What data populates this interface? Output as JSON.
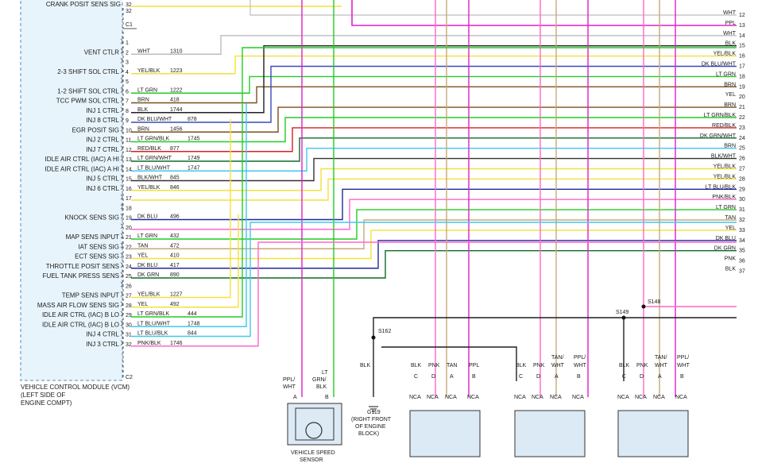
{
  "module": {
    "caption": [
      "VEHICLE CONTROL MODULE (VCM)",
      "(LEFT SIDE OF",
      "ENGINE COMPT)"
    ],
    "connector_top_top": "C1",
    "connector_bottom": "C2",
    "top_partial_pin": "32",
    "top_partial_label": "CRANK POSIT SENS SIG",
    "pins": [
      {
        "n": "1",
        "name": "",
        "wire": "",
        "ckt": ""
      },
      {
        "n": "2",
        "name": "VENT CTLR",
        "wire": "WHT",
        "ckt": "1310"
      },
      {
        "n": "3",
        "name": "",
        "wire": "",
        "ckt": ""
      },
      {
        "n": "4",
        "name": "2-3 SHIFT SOL CTRL",
        "wire": "YEL/BLK",
        "ckt": "1223"
      },
      {
        "n": "5",
        "name": "",
        "wire": "",
        "ckt": ""
      },
      {
        "n": "6",
        "name": "1-2 SHIFT SOL CTRL",
        "wire": "LT GRN",
        "ckt": "1222"
      },
      {
        "n": "7",
        "name": "TCC PWM SOL CTRL",
        "wire": "BRN",
        "ckt": "418"
      },
      {
        "n": "8",
        "name": "INJ 1 CTRL",
        "wire": "BLK",
        "ckt": "1744"
      },
      {
        "n": "9",
        "name": "INJ 8 CTRL",
        "wire": "DK BLU/WHT",
        "ckt": "878"
      },
      {
        "n": "10",
        "name": "EGR POSIT SIG",
        "wire": "BRN",
        "ckt": "1456"
      },
      {
        "n": "11",
        "name": "INJ 2 CTRL",
        "wire": "LT GRN/BLK",
        "ckt": "1745"
      },
      {
        "n": "12",
        "name": "INJ 7 CTRL",
        "wire": "RED/BLK",
        "ckt": "877"
      },
      {
        "n": "13",
        "name": "IDLE AIR CTRL (IAC) A HI",
        "wire": "LT GRN/WHT",
        "ckt": "1749"
      },
      {
        "n": "14",
        "name": "IDLE AIR CTRL (IAC) A HI",
        "wire": "LT BLU/WHT",
        "ckt": "1747"
      },
      {
        "n": "15",
        "name": "INJ 5 CTRL",
        "wire": "BLK/WHT",
        "ckt": "845"
      },
      {
        "n": "16",
        "name": "INJ 6 CTRL",
        "wire": "YEL/BLK",
        "ckt": "846"
      },
      {
        "n": "17",
        "name": "",
        "wire": "",
        "ckt": ""
      },
      {
        "n": "18",
        "name": "",
        "wire": "",
        "ckt": ""
      },
      {
        "n": "19",
        "name": "KNOCK SENS SIG",
        "wire": "DK BLU",
        "ckt": "496"
      },
      {
        "n": "20",
        "name": "",
        "wire": "",
        "ckt": ""
      },
      {
        "n": "21",
        "name": "MAP SENS INPUT",
        "wire": "LT GRN",
        "ckt": "432"
      },
      {
        "n": "22",
        "name": "IAT SENS SIG",
        "wire": "TAN",
        "ckt": "472"
      },
      {
        "n": "23",
        "name": "ECT SENS SIG",
        "wire": "YEL",
        "ckt": "410"
      },
      {
        "n": "24",
        "name": "THROTTLE POSIT SENS",
        "wire": "DK BLU",
        "ckt": "417"
      },
      {
        "n": "25",
        "name": "FUEL TANK PRESS SENS",
        "wire": "DK GRN",
        "ckt": "890"
      },
      {
        "n": "26",
        "name": "",
        "wire": "",
        "ckt": ""
      },
      {
        "n": "27",
        "name": "TEMP SENS INPUT",
        "wire": "YEL/BLK",
        "ckt": "1227"
      },
      {
        "n": "28",
        "name": "MASS AIR FLOW SENS SIG",
        "wire": "YEL",
        "ckt": "492"
      },
      {
        "n": "29",
        "name": "IDLE AIR CTRL (IAC) B LO",
        "wire": "LT GRN/BLK",
        "ckt": "444"
      },
      {
        "n": "30",
        "name": "IDLE AIR CTRL (IAC) B LO",
        "wire": "LT BLU/WHT",
        "ckt": "1748"
      },
      {
        "n": "31",
        "name": "INJ 4 CTRL",
        "wire": "LT BLU/BLK",
        "ckt": "844"
      },
      {
        "n": "32",
        "name": "INJ 3 CTRL",
        "wire": "PNK/BLK",
        "ckt": "1746"
      }
    ]
  },
  "right_terminals": [
    {
      "n": "12",
      "wire": "WHT"
    },
    {
      "n": "13",
      "wire": "PPL"
    },
    {
      "n": "14",
      "wire": "WHT"
    },
    {
      "n": "15",
      "wire": "BLK"
    },
    {
      "n": "16",
      "wire": "YEL/BLK"
    },
    {
      "n": "17",
      "wire": "DK BLU/WHT"
    },
    {
      "n": "18",
      "wire": "LT GRN"
    },
    {
      "n": "19",
      "wire": "BRN"
    },
    {
      "n": "20",
      "wire": "YEL"
    },
    {
      "n": "21",
      "wire": "BRN"
    },
    {
      "n": "22",
      "wire": "LT GRN/BLK"
    },
    {
      "n": "23",
      "wire": "RED/BLK"
    },
    {
      "n": "24",
      "wire": "DK GRN/WHT"
    },
    {
      "n": "25",
      "wire": "BRN"
    },
    {
      "n": "26",
      "wire": "BLK/WHT"
    },
    {
      "n": "27",
      "wire": "YEL/BLK"
    },
    {
      "n": "28",
      "wire": "YEL/BLK"
    },
    {
      "n": "29",
      "wire": "LT BLU/BLK"
    },
    {
      "n": "30",
      "wire": "PNK/BLK"
    },
    {
      "n": "31",
      "wire": "LT GRN"
    },
    {
      "n": "32",
      "wire": "TAN"
    },
    {
      "n": "33",
      "wire": "YEL"
    },
    {
      "n": "34",
      "wire": "DK BLU"
    },
    {
      "n": "35",
      "wire": "DK GRN"
    },
    {
      "n": "36",
      "wire": "PNK"
    },
    {
      "n": "37",
      "wire": "BLK"
    }
  ],
  "splices": {
    "s162": "S162",
    "s149": "S149",
    "s148": "S148"
  },
  "ground": {
    "id": "G119",
    "desc": [
      "(RIGHT FRONT",
      "OF ENGINE",
      "BLOCK)"
    ],
    "wire": "BLK"
  },
  "vss": {
    "caption": [
      "VEHICLE SPEED",
      "SENSOR"
    ],
    "wire_a": [
      "PPL/",
      "WHT"
    ],
    "wire_b": [
      "LT",
      "GRN/",
      "BLK"
    ],
    "pin_a": "A",
    "pin_b": "B"
  },
  "components": [
    {
      "wires": [
        [
          "BLK"
        ],
        [
          "PNK"
        ],
        [
          "TAN"
        ],
        [
          "PPL"
        ]
      ],
      "pins": [
        "C",
        "D",
        "A",
        "B"
      ],
      "nca": "NCA"
    },
    {
      "wires": [
        [
          "BLK"
        ],
        [
          "PNK"
        ],
        [
          "TAN/",
          "WHT"
        ],
        [
          "PPL/",
          "WHT"
        ]
      ],
      "pins": [
        "C",
        "D",
        "A",
        "B"
      ],
      "nca": "NCA"
    },
    {
      "wires": [
        [
          "BLK"
        ],
        [
          "PNK"
        ],
        [
          "TAN/",
          "WHT"
        ],
        [
          "PPL/",
          "WHT"
        ]
      ],
      "pins": [
        "C",
        "D",
        "A",
        "B"
      ],
      "nca": "NCA"
    }
  ],
  "colors": {
    "WHT": "#bdbdbd",
    "BLK": "#1f1f1f",
    "YEL": "#f2e23a",
    "YEL/BLK": "#f2e23a",
    "LT GRN": "#22cc22",
    "BRN": "#7a4f1d",
    "DK BLU": "#1e2a9a",
    "DK BLU/WHT": "#3a4ab8",
    "LT GRN/BLK": "#22cc22",
    "RED/BLK": "#d62020",
    "LT GRN/WHT": "#22cc22",
    "LT BLU/WHT": "#3ec8f0",
    "BLK/WHT": "#333333",
    "TAN": "#c8a877",
    "DK GRN": "#0d6b2a",
    "DK GRN/WHT": "#0d6b2a",
    "LT BLU/BLK": "#3ec8f0",
    "PNK/BLK": "#ff66cc",
    "PNK": "#ff66cc",
    "PPL": "#e020c8",
    "PPL/WHT": "#e020c8",
    "TAN/WHT": "#c8a877",
    "module_fill": "#e8f4fb",
    "module_border": "#4a90b8",
    "sensor_fill": "#dceaf5"
  }
}
